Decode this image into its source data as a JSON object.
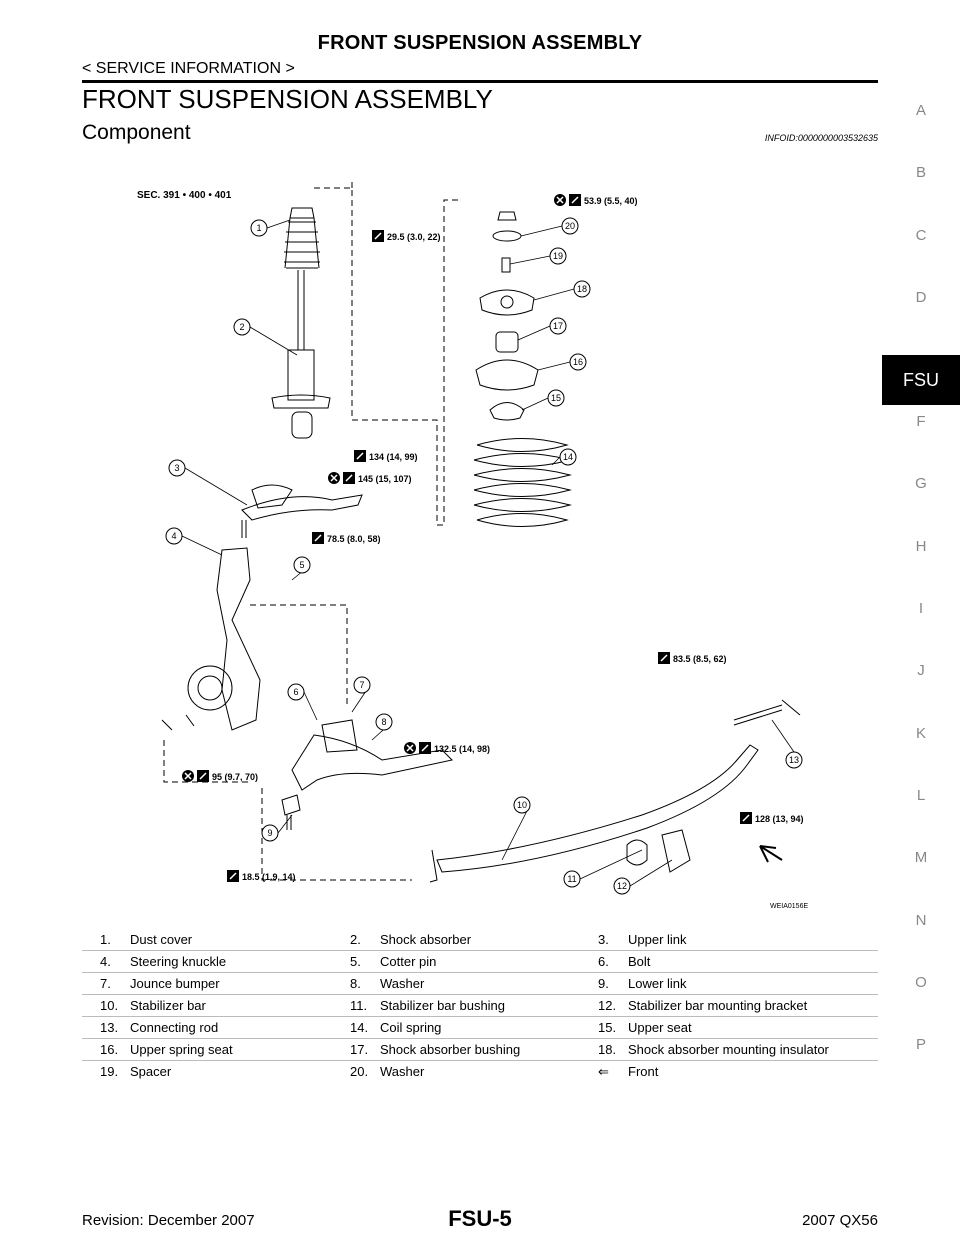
{
  "header": {
    "title": "FRONT SUSPENSION ASSEMBLY",
    "subtitle": "< SERVICE INFORMATION >"
  },
  "section": {
    "title": "FRONT SUSPENSION ASSEMBLY",
    "component_title": "Component",
    "info_id": "INFOID:0000000003532635"
  },
  "side_index": [
    "A",
    "B",
    "C",
    "D",
    "FSU",
    "F",
    "G",
    "H",
    "I",
    "J",
    "K",
    "L",
    "M",
    "N",
    "O",
    "P"
  ],
  "side_index_active": "FSU",
  "diagram": {
    "sec_label": "SEC. 391 • 400 • 401",
    "ref_code": "WEIA0156E",
    "torques": {
      "t1": "53.9 (5.5, 40)",
      "t2": "29.5 (3.0, 22)",
      "t3": "134 (14, 99)",
      "t4": "145 (15, 107)",
      "t5": "78.5 (8.0, 58)",
      "t6": "83.5 (8.5, 62)",
      "t7": "132.5 (14, 98)",
      "t8": "95 (9.7, 70)",
      "t9": "128 (13, 94)",
      "t10": "18.5 (1.9, 14)"
    },
    "callouts": [
      "1",
      "2",
      "3",
      "4",
      "5",
      "6",
      "7",
      "8",
      "9",
      "10",
      "11",
      "12",
      "13",
      "14",
      "15",
      "16",
      "17",
      "18",
      "19",
      "20"
    ]
  },
  "parts": [
    [
      "1.",
      "Dust cover",
      "2.",
      "Shock absorber",
      "3.",
      "Upper link"
    ],
    [
      "4.",
      "Steering knuckle",
      "5.",
      "Cotter pin",
      "6.",
      "Bolt"
    ],
    [
      "7.",
      "Jounce bumper",
      "8.",
      "Washer",
      "9.",
      "Lower link"
    ],
    [
      "10.",
      "Stabilizer bar",
      "11.",
      "Stabilizer bar bushing",
      "12.",
      "Stabilizer bar mounting bracket"
    ],
    [
      "13.",
      "Connecting rod",
      "14.",
      "Coil spring",
      "15.",
      "Upper seat"
    ],
    [
      "16.",
      "Upper spring seat",
      "17.",
      "Shock absorber bushing",
      "18.",
      "Shock absorber mounting insulator"
    ],
    [
      "19.",
      "Spacer",
      "20.",
      "Washer",
      "⇐",
      "Front"
    ]
  ],
  "footer": {
    "revision": "Revision: December 2007",
    "page": "FSU-5",
    "model": "2007 QX56"
  }
}
